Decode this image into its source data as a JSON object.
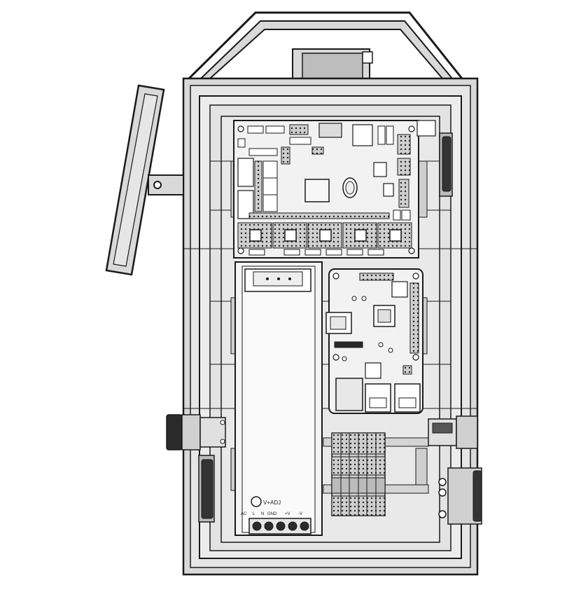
{
  "psu": {
    "adj_label": "V+ADJ",
    "term_labels": [
      "L",
      "N",
      "GND",
      "+V",
      "-V"
    ],
    "term_labels_top": [
      "AC",
      "",
      "",
      "",
      ""
    ]
  },
  "colors": {
    "frame": "#d9d9d9",
    "panel": "#e6e6e6",
    "line": "#1a1a1a",
    "board": "#f2f2f2",
    "dark": "#2b2b2b",
    "fan": "#333333"
  }
}
